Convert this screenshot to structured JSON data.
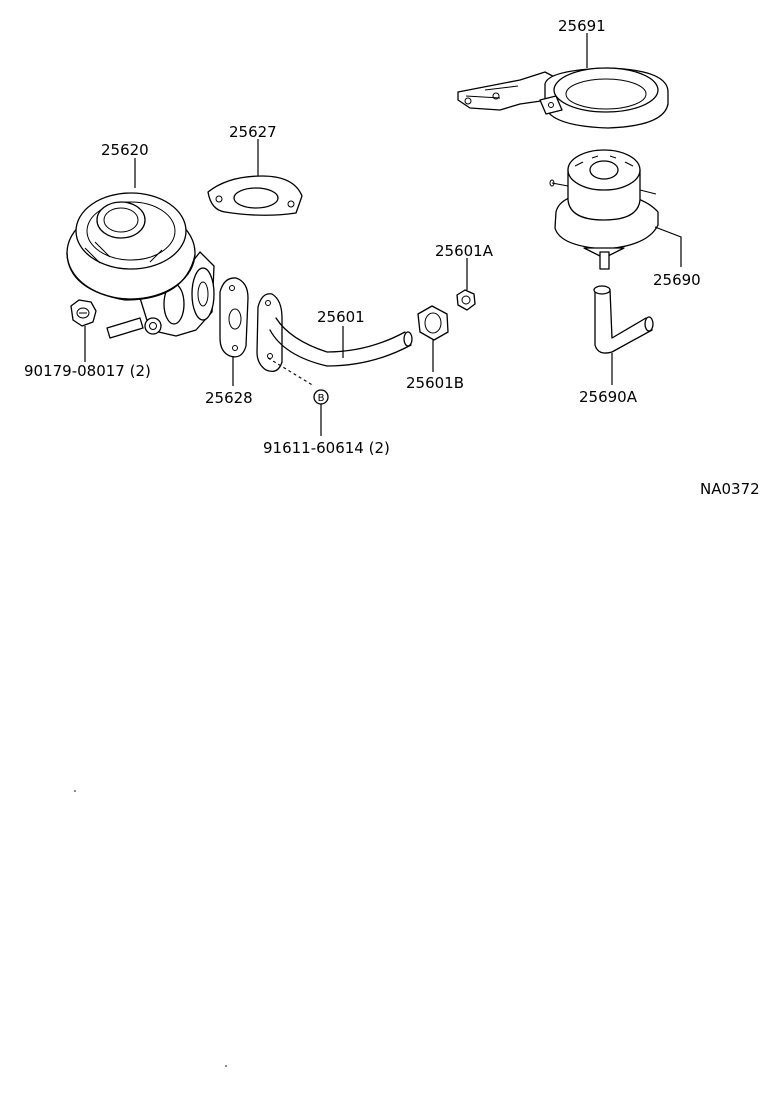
{
  "diagram_code": "NA0372",
  "parts": [
    {
      "id": "egr-valve",
      "number": "25620"
    },
    {
      "id": "gasket-top",
      "number": "25627"
    },
    {
      "id": "gasket-flange",
      "number": "25628"
    },
    {
      "id": "egr-pipe",
      "number": "25601"
    },
    {
      "id": "union-nut-a",
      "number": "25601A"
    },
    {
      "id": "union-nut-b",
      "number": "25601B"
    },
    {
      "id": "nut",
      "number": "90179-08017 (2)"
    },
    {
      "id": "stud-bolt",
      "number": "91611-60614 (2)",
      "marker": "B"
    },
    {
      "id": "bracket",
      "number": "25691"
    },
    {
      "id": "vacuum-modulator",
      "number": "25690"
    },
    {
      "id": "vacuum-hose",
      "number": "25690A"
    }
  ]
}
